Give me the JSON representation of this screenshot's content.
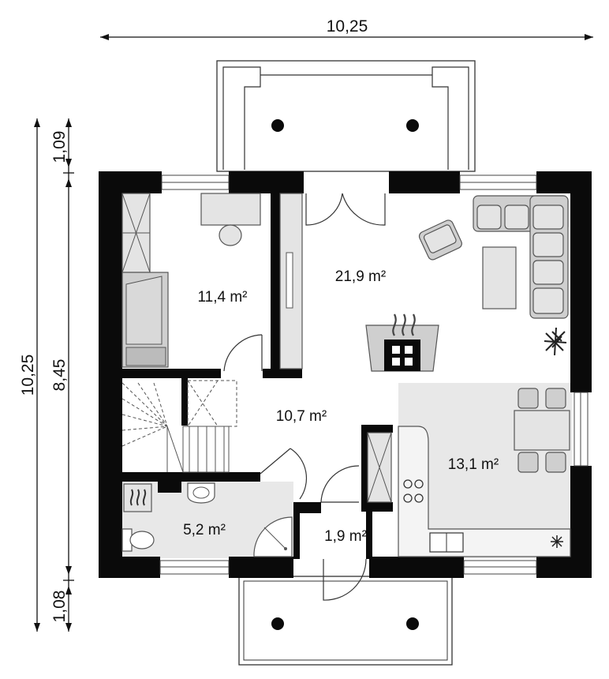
{
  "dimensions": {
    "total_width": "10,25",
    "total_height": "10,25",
    "top_terrace": "1,09",
    "house_depth": "8,45",
    "bottom_terrace": "1,08"
  },
  "rooms": {
    "bedroom": "11,4 m²",
    "living": "21,9 m²",
    "hall": "10,7 m²",
    "kitchen": "13,1 m²",
    "bathroom": "5,2 m²",
    "vestibule": "1,9 m²"
  },
  "colors": {
    "wall": "#0a0a0a",
    "kitchen_floor": "#e8e8e8",
    "bath_floor": "#e8e8e8",
    "furniture": "#cfcfcf"
  }
}
